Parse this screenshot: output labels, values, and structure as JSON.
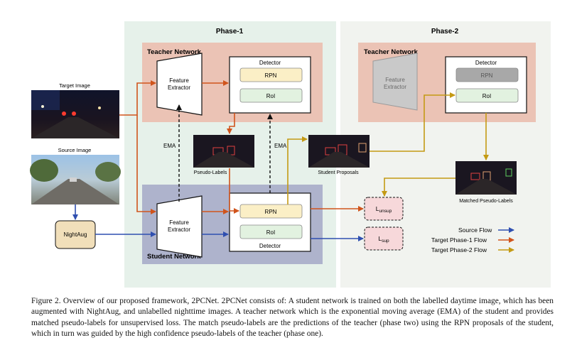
{
  "figure": {
    "phase1_title": "Phase-1",
    "phase2_title": "Phase-2",
    "teacher_network_label": "Teacher Network",
    "student_network_label": "Student Network",
    "detector_label": "Detector",
    "rpn_label": "RPN",
    "roi_label": "RoI",
    "feature_extractor_line1": "Feature",
    "feature_extractor_line2": "Extractor",
    "target_image_label": "Target Image",
    "source_image_label": "Source Image",
    "nightaug_label": "NightAug",
    "ema_label": "EMA",
    "pseudo_labels_label": "Pseudo-Labels",
    "student_proposals_label": "Student Proposals",
    "matched_pseudo_labels_label": "Matched Pseudo-Labels",
    "loss_unsup_main": "L",
    "loss_unsup_sub": "unsup",
    "loss_sup_main": "L",
    "loss_sup_sub": "sup",
    "legend": [
      {
        "label": "Source Flow",
        "color": "#2f4fb0"
      },
      {
        "label": "Target Phase-1 Flow",
        "color": "#d0541c"
      },
      {
        "label": "Target Phase-2 Flow",
        "color": "#c49a14"
      }
    ],
    "colors": {
      "phase1_bg": "#e6f1ea",
      "phase2_bg": "#f1f3ef",
      "teacher_bg": "#ebc3b5",
      "student_bg": "#aeb3cc",
      "rpn_fill": "#fbefc6",
      "roi_fill": "#e2f2e0",
      "nightaug_fill": "#f1dfba",
      "loss_fill": "#f7d8da"
    }
  },
  "caption": "Figure 2. Overview of our proposed framework, 2PCNet. 2PCNet consists of: A student network is trained on both the labelled daytime image, which has been augmented with NightAug, and unlabelled nighttime images. A teacher network which is the exponential moving average (EMA) of the student and provides matched pseudo-labels for unsupervised loss. The match pseudo-labels are the predictions of the teacher (phase two) using the RPN proposals of the student, which in turn was guided by the high confidence pseudo-labels of the teacher (phase one)."
}
